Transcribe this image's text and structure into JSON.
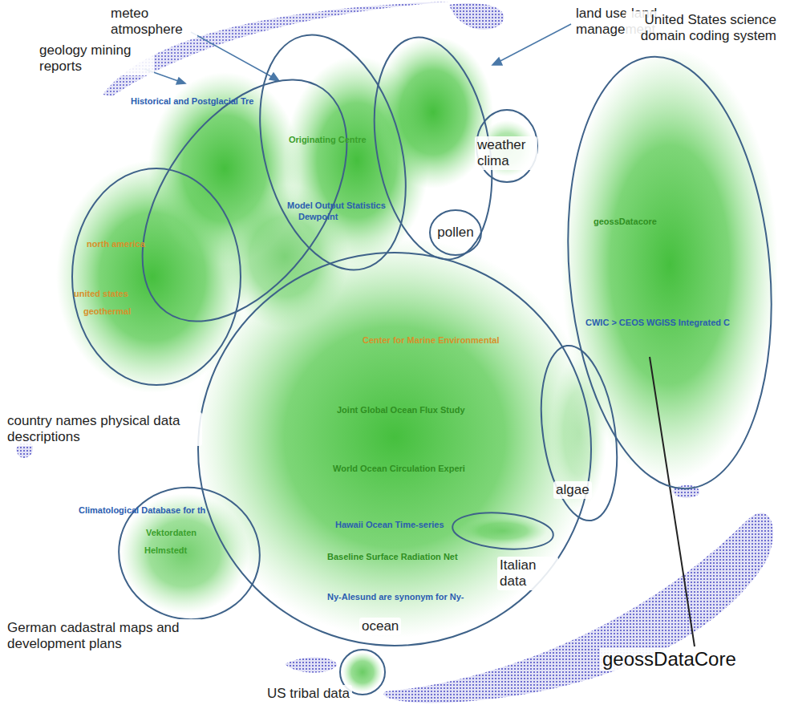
{
  "diagram": {
    "nodes": [
      {
        "text": [
          "meteo atmosphere"
        ]
      },
      {
        "text": [
          "land use land management"
        ]
      },
      {
        "text": [
          "United States science domain coding system"
        ]
      },
      {
        "text": [
          "weather clima"
        ]
      },
      {
        "text": [
          "pollen"
        ]
      },
      {
        "text": [
          "geology mining reports"
        ]
      },
      {
        "text": [
          "country names physical data descriptions"
        ]
      },
      {
        "text": [
          "ocean"
        ]
      },
      {
        "text": [
          "algae"
        ]
      },
      {
        "text": [
          "Italian data"
        ]
      },
      {
        "text": [
          "German cadastral maps and development plans"
        ]
      },
      {
        "text": [
          "US tribal data"
        ]
      }
    ],
    "labels": [
      "geossDataCore",
      "Historical and Postglacial Tre",
      "Originating Centre",
      "Model Output Statistics",
      "Dewpoint",
      "north america",
      "united states",
      "geothermal",
      "Center for Marine Environmental",
      "Joint Global Ocean Flux Study",
      "World Ocean Circulation Experi",
      "Hawaii Ocean Time-series",
      "Baseline Surface Radiation Net",
      "Ny-Alesund are synonym for Ny-",
      "geossDatacore",
      "CWIC > CEOS WGISS Integrated C",
      "Climatological Database for th",
      "Vektordaten",
      "Helmstedt"
    ]
  }
}
